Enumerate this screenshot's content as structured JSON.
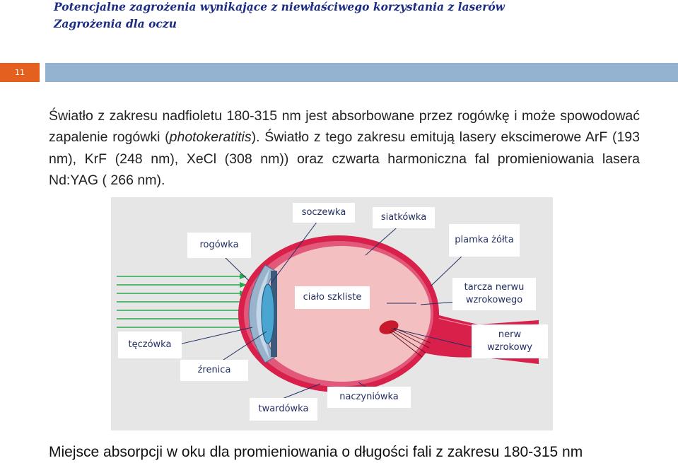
{
  "header": {
    "title_line1": "Potencjalne zagrożenia wynikające z niewłaściwego korzystania z laserów",
    "title_line2": "Zagrożenia dla oczu"
  },
  "slide_number": "11",
  "body": {
    "part1": "Światło z zakresu nadfioletu 180-315 nm jest absorbowane przez rogówkę i może spowodować zapalenie rogówki (",
    "italic": "photokeratitis",
    "part2": "). Światło z tego zakresu emitują lasery ekscimerowe  ArF (193 nm),  KrF (248 nm),  XeCl (308 nm)) oraz czwarta harmoniczna fal promieniowania lasera Nd:YAG ( 266 nm)."
  },
  "diagram": {
    "labels": {
      "rogowka": "rogówka",
      "soczewka": "soczewka",
      "siatkowka": "siatkówka",
      "plamka": "plamka żółta",
      "cialo": "ciało szkliste",
      "tarcza": "tarcza nerwu wzrokowego",
      "teczowka": "tęczówka",
      "nerw": "nerw wzrokowy",
      "zrenica": "źrenica",
      "twardowka": "twardówka",
      "naczyniowka": "naczyniówka"
    }
  },
  "caption": "Miejsce absorpcji w oku dla promieniowania o długości fali z zakresu 180-315 nm",
  "colors": {
    "title": "#1c2d86",
    "orange_bar": "#e4601e",
    "blue_bar": "#94b3d1",
    "sclera": "#d8204a",
    "vitreous": "#f4bfc0",
    "rays": "#2aa84a"
  }
}
